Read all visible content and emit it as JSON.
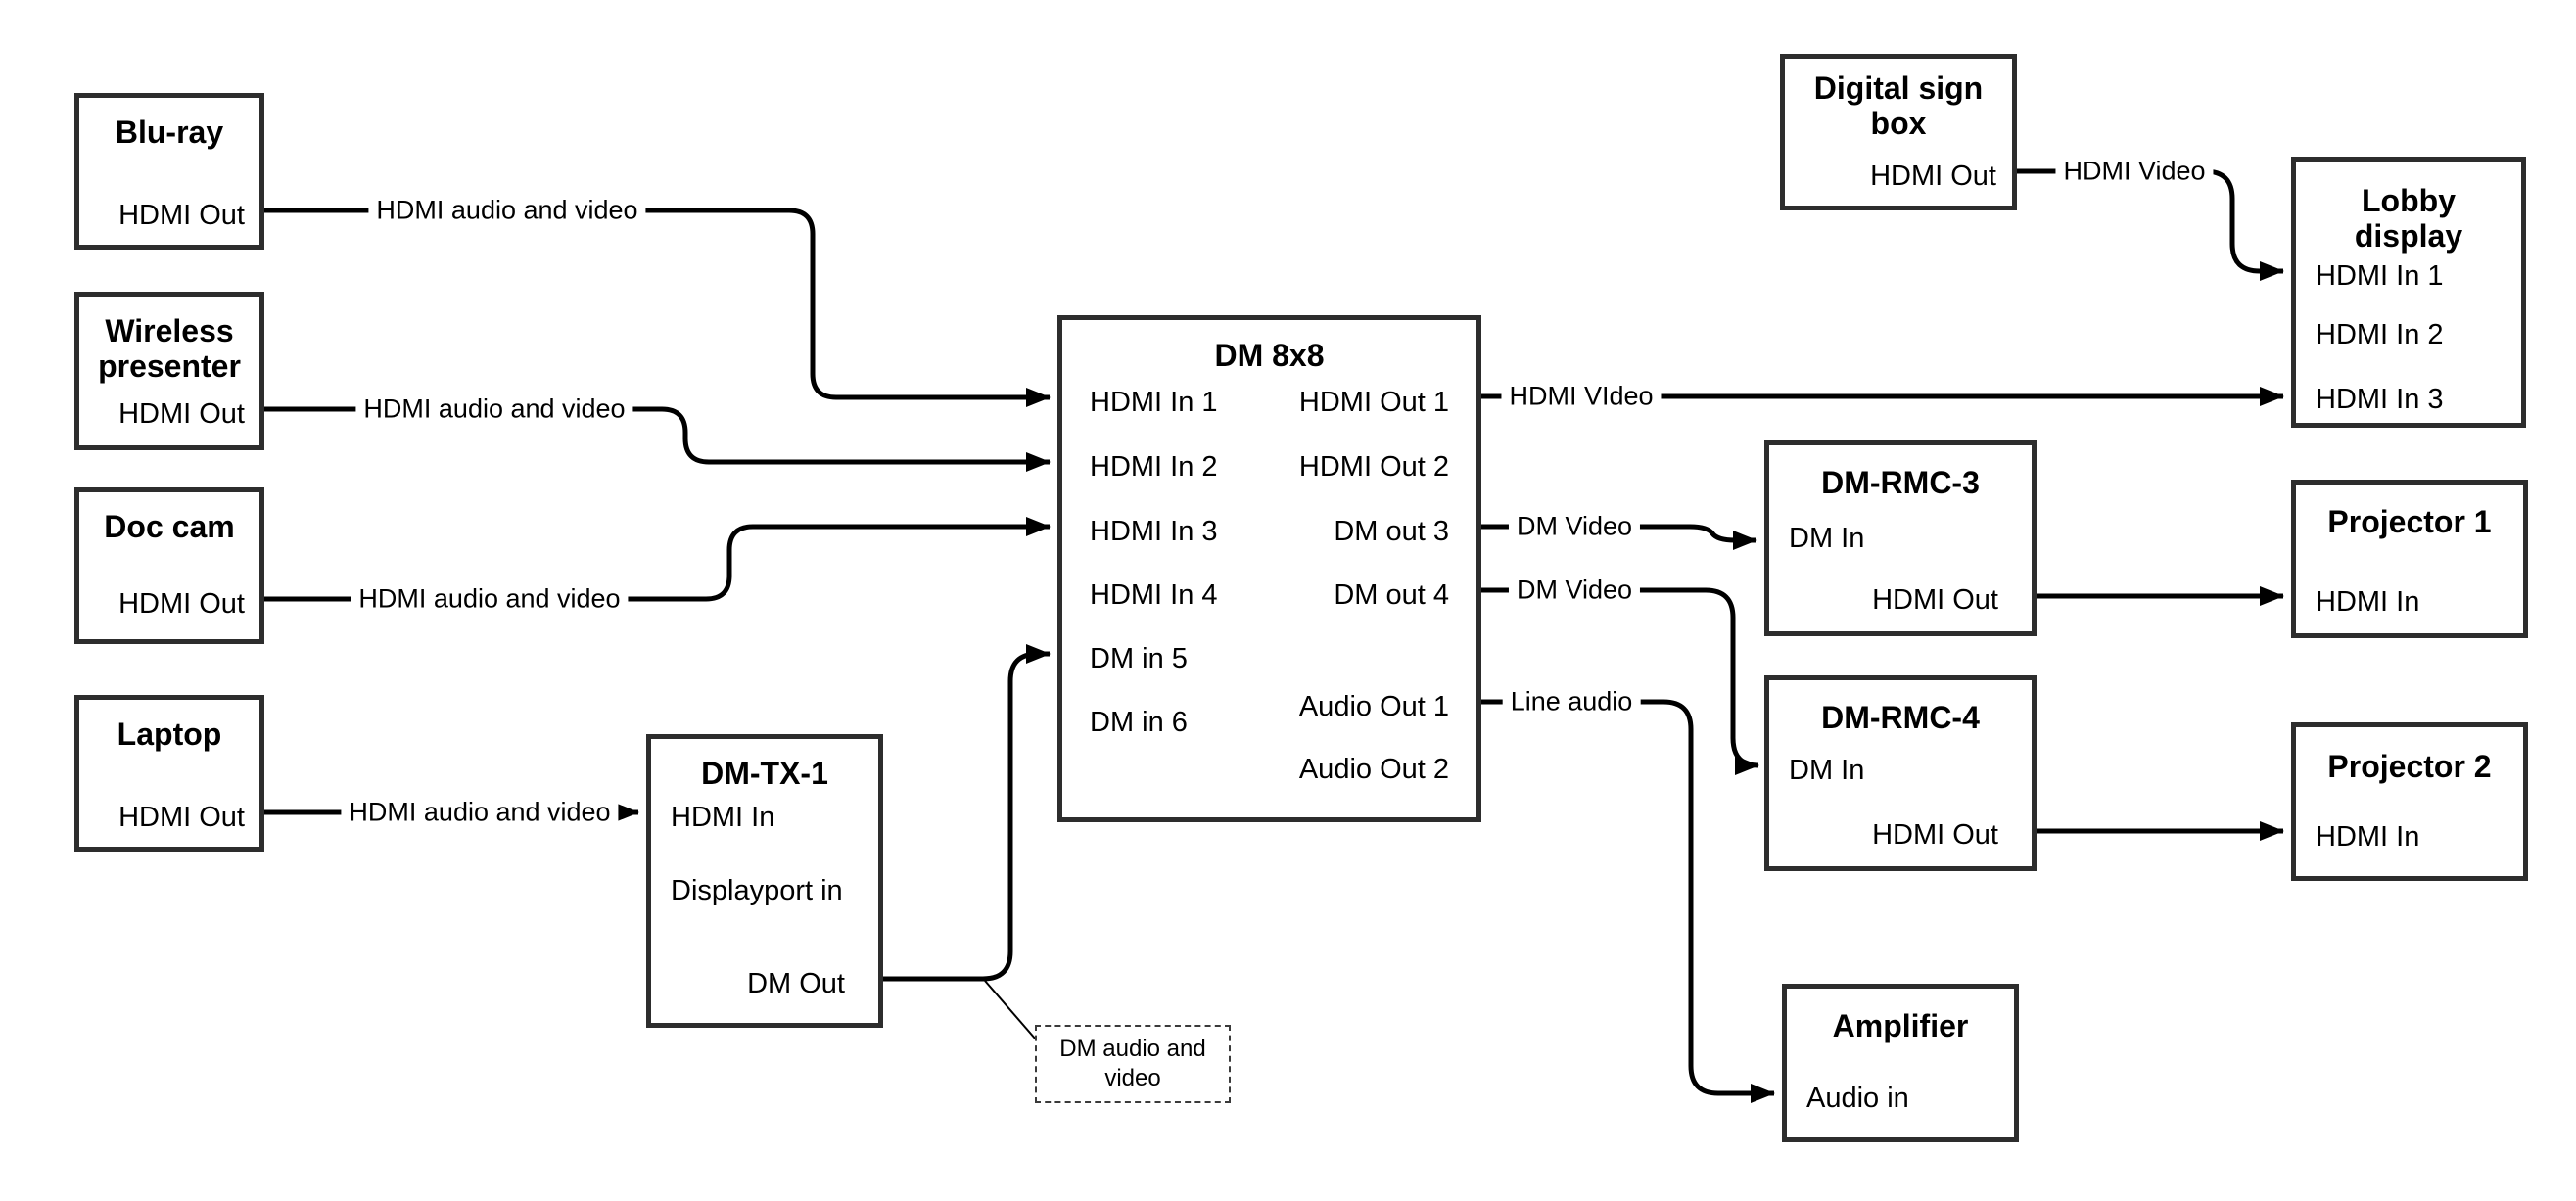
{
  "nodes": {
    "bluray": {
      "title": "Blu-ray",
      "port": "HDMI Out"
    },
    "wireless": {
      "title": "Wireless presenter",
      "port": "HDMI Out"
    },
    "doccam": {
      "title": "Doc cam",
      "port": "HDMI Out"
    },
    "laptop": {
      "title": "Laptop",
      "port": "HDMI Out"
    },
    "dmtx1": {
      "title": "DM-TX-1",
      "ports": [
        "HDMI In",
        "Displayport in",
        "DM Out"
      ]
    },
    "dm8x8": {
      "title": "DM 8x8",
      "inputs": [
        "HDMI In 1",
        "HDMI In 2",
        "HDMI In 3",
        "HDMI In 4",
        "DM in 5",
        "DM in 6"
      ],
      "outputs": [
        "HDMI Out 1",
        "HDMI Out 2",
        "DM out 3",
        "DM out 4",
        "Audio Out 1",
        "Audio Out 2"
      ]
    },
    "digitalsign": {
      "title": "Digital sign box",
      "port": "HDMI Out"
    },
    "lobby": {
      "title": "Lobby display",
      "ports": [
        "HDMI In 1",
        "HDMI In 2",
        "HDMI In 3"
      ]
    },
    "dmrmc3": {
      "title": "DM-RMC-3",
      "ports": [
        "DM In",
        "HDMI Out"
      ]
    },
    "proj1": {
      "title": "Projector 1",
      "port": "HDMI In"
    },
    "dmrmc4": {
      "title": "DM-RMC-4",
      "ports": [
        "DM In",
        "HDMI Out"
      ]
    },
    "proj2": {
      "title": "Projector 2",
      "port": "HDMI In"
    },
    "amplifier": {
      "title": "Amplifier",
      "port": "Audio in"
    }
  },
  "edge_labels": {
    "bluray": "HDMI audio and video",
    "wireless": "HDMI audio and video",
    "doccam": "HDMI audio and video",
    "laptop": "HDMI audio and video",
    "hdmi_out1": "HDMI VIdeo",
    "dm_out3": "DM Video",
    "dm_out4": "DM Video",
    "audio_out1": "Line audio",
    "digital_sign": "HDMI Video"
  },
  "note": {
    "text": "DM audio and video"
  },
  "colors": {
    "line": "#000000",
    "box_border": "#2d2d2d",
    "background": "#ffffff"
  }
}
